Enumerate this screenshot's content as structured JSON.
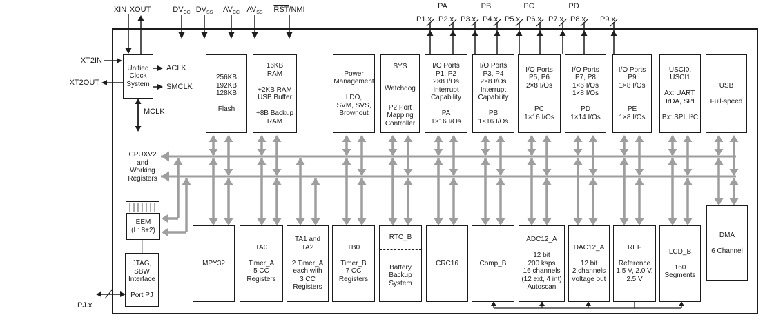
{
  "pins": {
    "xin": "XIN",
    "xout": "XOUT",
    "dvcc": {
      "base": "DV",
      "sub": "CC"
    },
    "dvss": {
      "base": "DV",
      "sub": "SS"
    },
    "avcc": {
      "base": "AV",
      "sub": "CC"
    },
    "avss": {
      "base": "AV",
      "sub": "SS"
    },
    "rst": {
      "overline": "RST",
      "rest": "/NMI"
    },
    "pjx": "PJ.x"
  },
  "ports": {
    "groups": [
      "PA",
      "PB",
      "PC",
      "PD"
    ],
    "pins": [
      "P1.x",
      "P2.x",
      "P3.x",
      "P4.x",
      "P5.x",
      "P6.x",
      "P7.x",
      "P8.x",
      "P9.x"
    ]
  },
  "clocks": {
    "xt2in": "XT2IN",
    "xt2out": "XT2OUT",
    "aclk": "ACLK",
    "smclk": "SMCLK",
    "mclk": "MCLK"
  },
  "blocks": {
    "ucs": [
      "Unified",
      "Clock",
      "System"
    ],
    "flash": [
      "256KB",
      "192KB",
      "128KB",
      "",
      "Flash"
    ],
    "ram": [
      "16KB",
      "RAM",
      "",
      "+2KB RAM",
      "USB Buffer",
      "",
      "+8B Backup",
      "RAM"
    ],
    "power": [
      "Power",
      "Management",
      "",
      "LDO,",
      "SVM, SVS,",
      "Brownout"
    ],
    "sys_top": "SYS",
    "sys_mid": "Watchdog",
    "sys_bot": [
      "P2 Port",
      "Mapping",
      "Controller"
    ],
    "io12": [
      "I/O Ports",
      "P1, P2",
      "2×8 I/Os",
      "Interrupt",
      "Capability",
      "",
      "PA",
      "1×16 I/Os"
    ],
    "io34": [
      "I/O Ports",
      "P3, P4",
      "2×8 I/Os",
      "Interrupt",
      "Capability",
      "",
      "PB",
      "1×16 I/Os"
    ],
    "io56": [
      "I/O Ports",
      "P5, P6",
      "2×8 I/Os",
      "",
      "",
      "PC",
      "1×16 I/Os"
    ],
    "io78": [
      "I/O Ports",
      "P7, P8",
      "1×6 I/Os",
      "1×8 I/Os",
      "",
      "PD",
      "1×14 I/Os"
    ],
    "io9": [
      "I/O Ports",
      "P9",
      "1×8 I/Os",
      "",
      "",
      "PE",
      "1×8 I/Os"
    ],
    "usci": [
      "USCI0,",
      "USCI1",
      "",
      "Ax: UART,",
      "IrDA, SPI",
      "",
      "Bx: SPI, I²C"
    ],
    "usb": [
      "USB",
      "",
      "Full-speed"
    ],
    "cpu": [
      "CPUXV2",
      "and",
      "Working",
      "Registers"
    ],
    "eem": [
      "EEM",
      "(L: 8+2)"
    ],
    "jtag": [
      "JTAG,",
      "SBW",
      "Interface",
      "",
      "Port PJ"
    ],
    "mpy": [
      "MPY32"
    ],
    "ta0": [
      "TA0",
      "",
      "Timer_A",
      "5 CC",
      "Registers"
    ],
    "ta12": [
      "TA1 and",
      "TA2",
      "",
      "2 Timer_A",
      "each with",
      "3 CC",
      "Registers"
    ],
    "tb0": [
      "TB0",
      "",
      "Timer_B",
      "7 CC",
      "Registers"
    ],
    "rtc_top": "RTC_B",
    "rtc_bot": [
      "Battery",
      "Backup",
      "System"
    ],
    "crc": [
      "CRC16"
    ],
    "comp": [
      "Comp_B"
    ],
    "adc": [
      "ADC12_A",
      "",
      "12 bit",
      "200 ksps",
      "16 channels",
      "(12 ext, 4 int)",
      "Autoscan"
    ],
    "dac": [
      "DAC12_A",
      "",
      "12 bit",
      "2 channels",
      "voltage out"
    ],
    "ref": [
      "REF",
      "",
      "Reference",
      "1.5 V, 2.0 V,",
      "2.5 V"
    ],
    "lcd": [
      "LCD_B",
      "",
      "160",
      "Segments"
    ],
    "dma": [
      "DMA",
      "",
      "6 Channel"
    ]
  },
  "colors": {
    "wire_gray": "#9e9e9e",
    "line_black": "#1c1c1c"
  }
}
